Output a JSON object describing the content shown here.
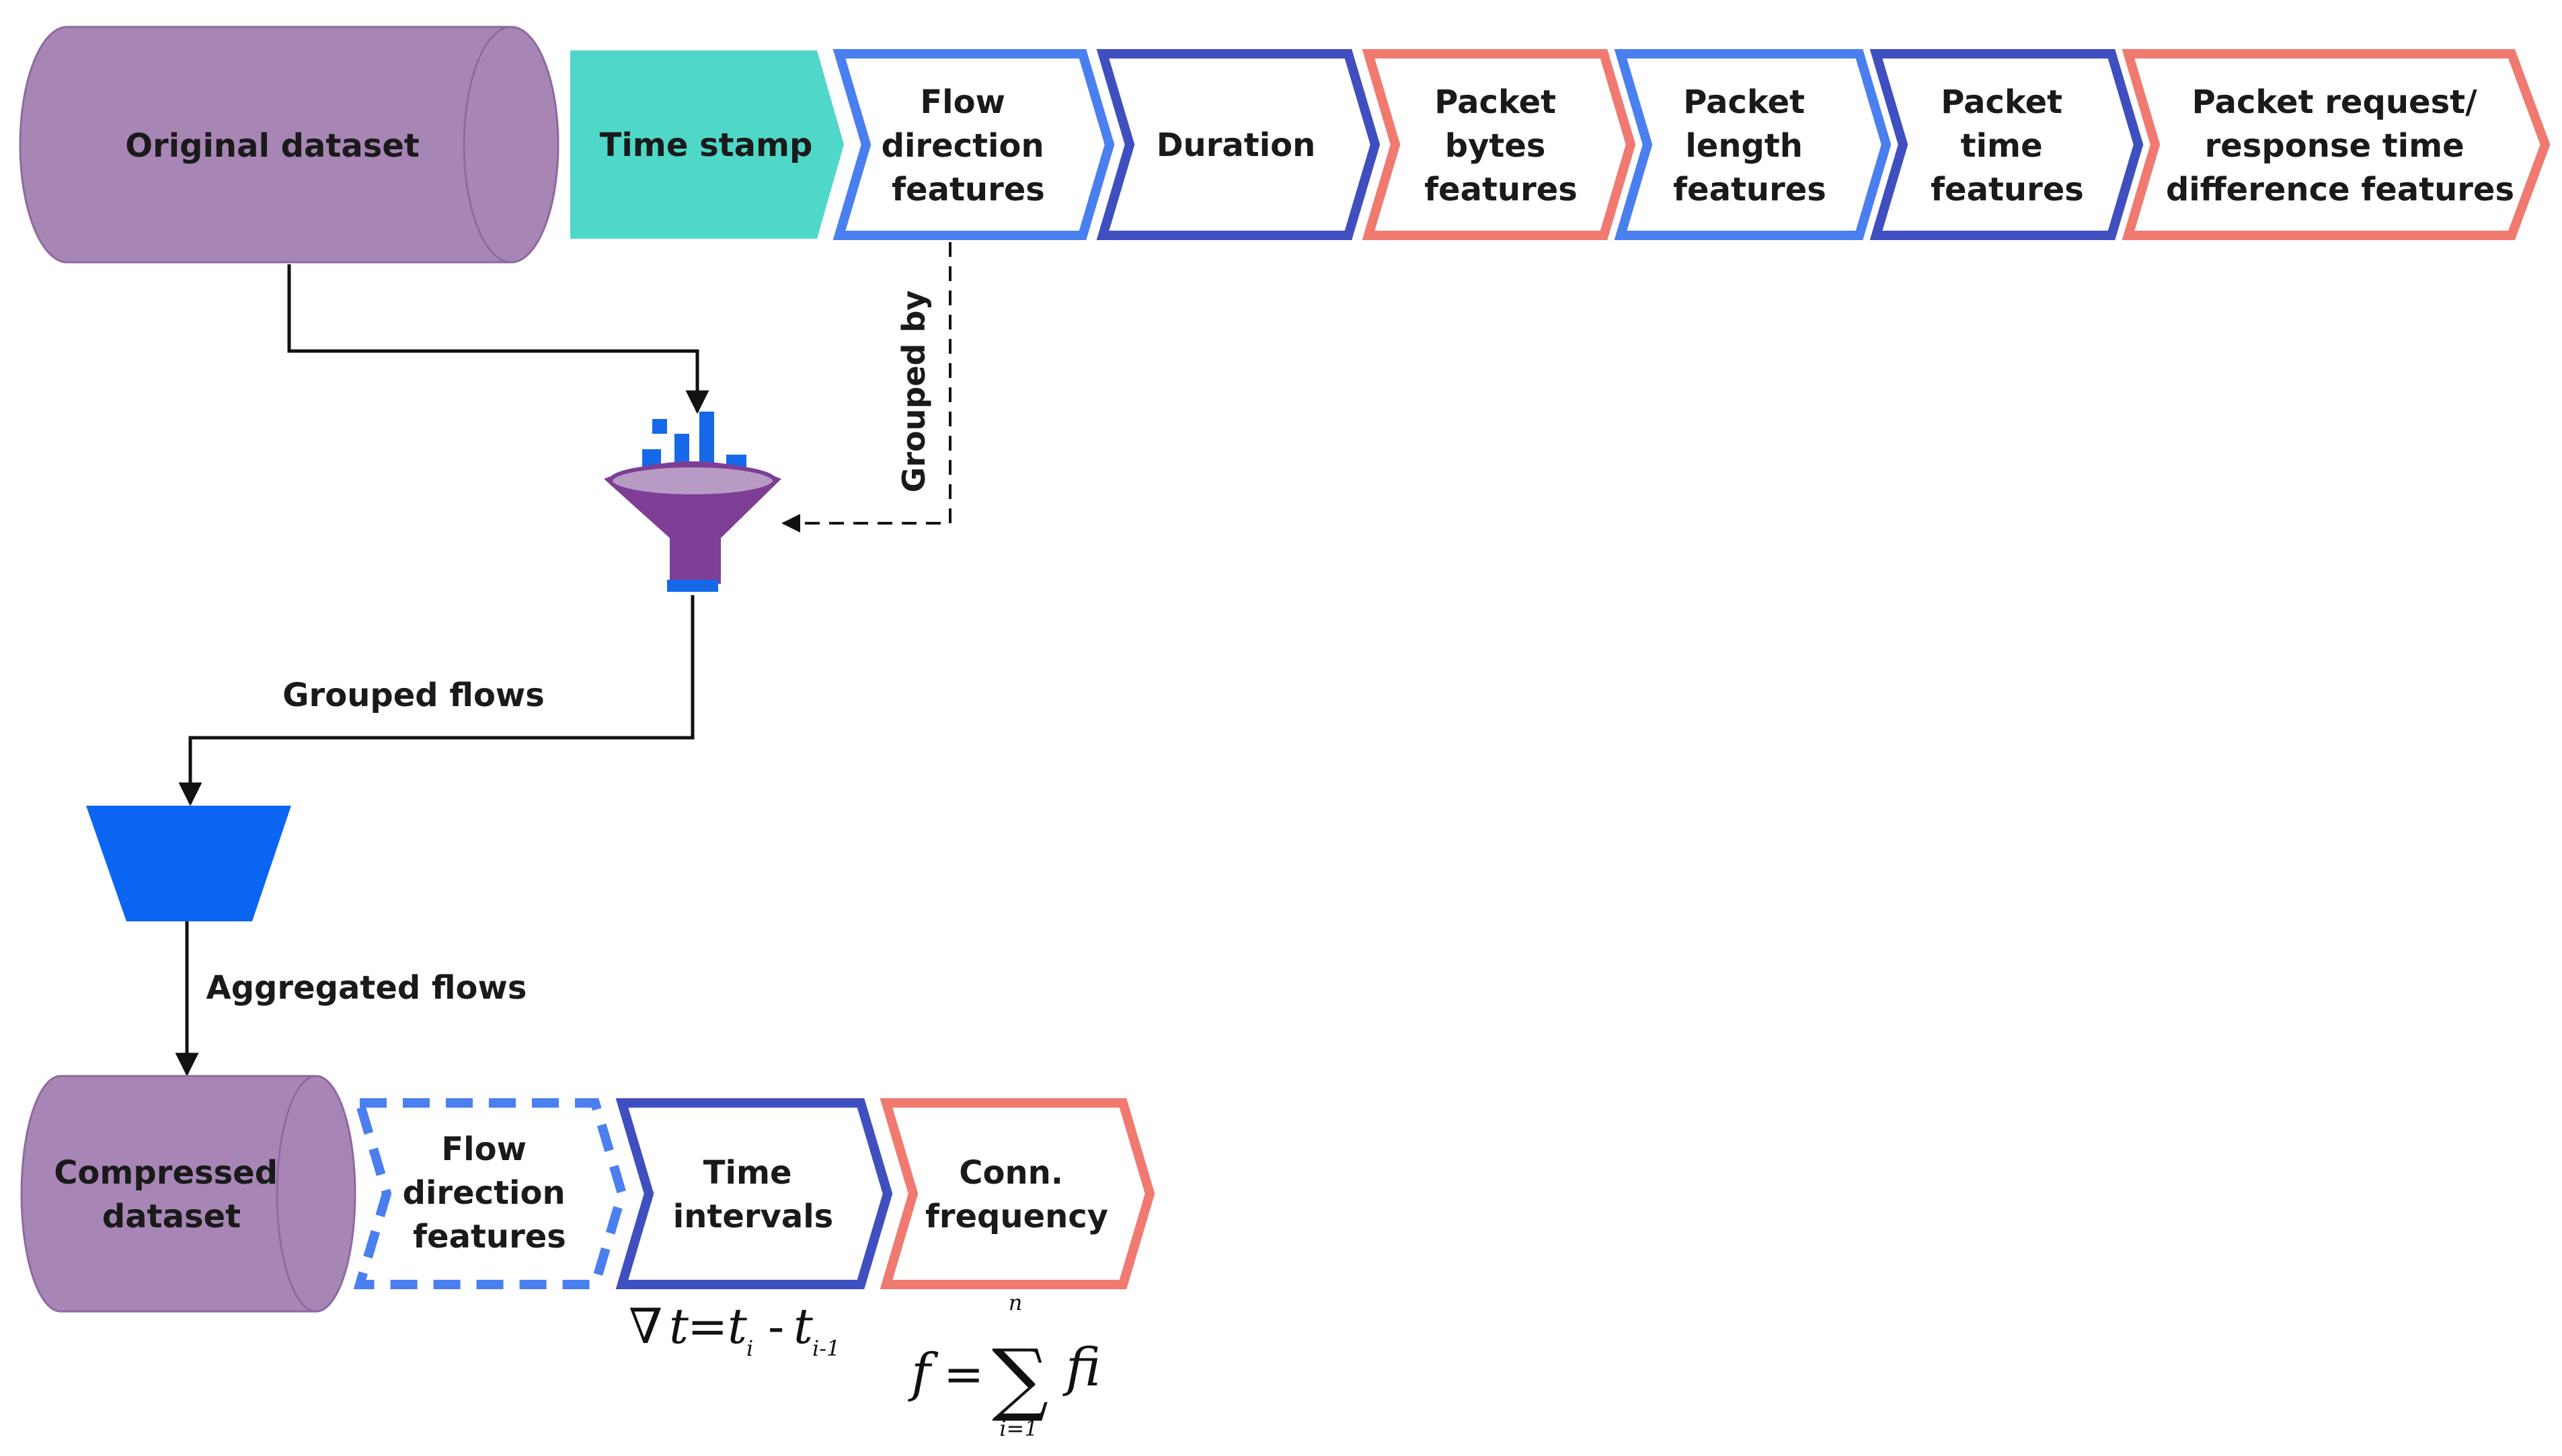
{
  "colors": {
    "purple": "#A786B5",
    "purple_dark": "#8E6AA0",
    "teal": "#4FD8C8",
    "blue_light": "#4A7FF0",
    "blue_dark": "#3F4FC0",
    "salmon": "#F07A70",
    "funnel_purple": "#7E3E96",
    "funnel_blue": "#1668E8",
    "aggregator_blue": "#0A66F2"
  },
  "top_row": {
    "source": "Original dataset",
    "steps": [
      {
        "lines": [
          "Time stamp"
        ],
        "style": "teal-filled"
      },
      {
        "lines": [
          "Flow",
          "direction",
          "features"
        ],
        "style": "blue-light"
      },
      {
        "lines": [
          "Duration"
        ],
        "style": "blue-dark"
      },
      {
        "lines": [
          "Packet",
          "bytes",
          "features"
        ],
        "style": "salmon"
      },
      {
        "lines": [
          "Packet",
          "length",
          "features"
        ],
        "style": "blue-light"
      },
      {
        "lines": [
          "Packet",
          "time",
          "features"
        ],
        "style": "blue-dark"
      },
      {
        "lines": [
          "Packet request/",
          "response time",
          "difference features"
        ],
        "style": "salmon"
      }
    ]
  },
  "edges": {
    "grouped_by": "Grouped by",
    "grouped_flows": "Grouped flows",
    "aggregated_flows": "Aggregated flows"
  },
  "icons": {
    "funnel": "filter-funnel-icon",
    "aggregator": "aggregator-trapezoid-icon"
  },
  "bottom_row": {
    "target": [
      "Compressed",
      "dataset"
    ],
    "steps": [
      {
        "lines": [
          "Flow",
          "direction",
          "features"
        ],
        "style": "blue-dashed"
      },
      {
        "lines": [
          "Time",
          "intervals"
        ],
        "style": "blue-dark"
      },
      {
        "lines": [
          "Conn.",
          "frequency"
        ],
        "style": "salmon"
      }
    ]
  },
  "formulas": {
    "time_interval": {
      "nabla": "∇",
      "t": "t",
      "eq": "=",
      "t_i": "t",
      "sub_i": "i",
      "minus": "-",
      "t_im1": "t",
      "sub_im1": "i-1"
    },
    "frequency": {
      "f": "f",
      "eq": "=",
      "sigma": "∑",
      "upper": "n",
      "lower": "i=1",
      "fi": "fi"
    }
  }
}
